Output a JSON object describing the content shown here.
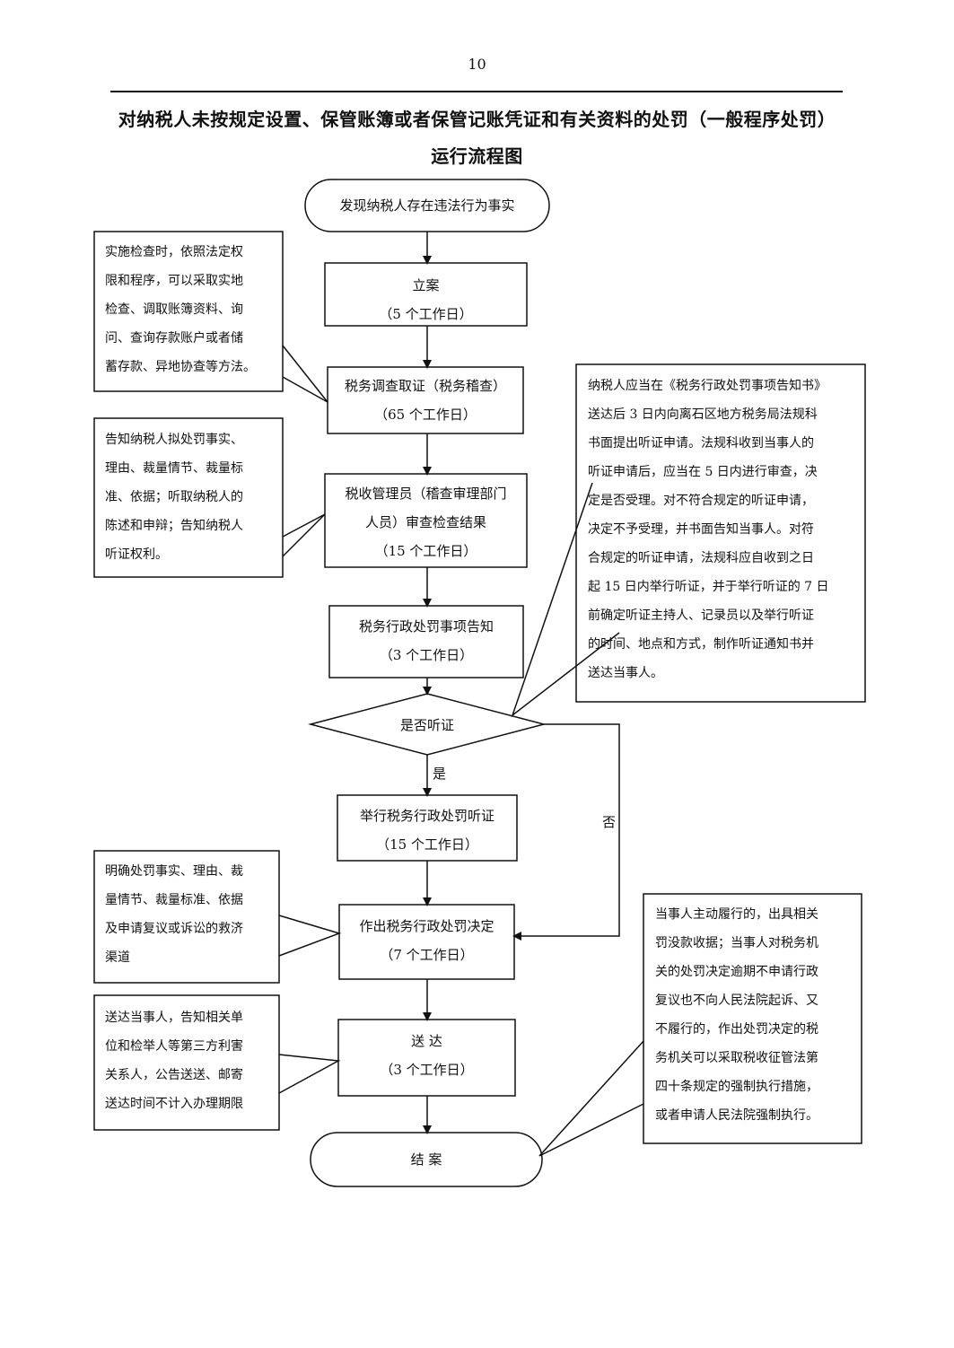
{
  "page_number": "10",
  "title": {
    "line1": "对纳税人未按规定设置、保管账簿或者保管记账凭证和有关资料的处罚（一般程序处罚）",
    "line2": "运行流程图"
  },
  "steps": {
    "start": "发现纳税人存在违法行为事实",
    "register": {
      "label": "立案",
      "duration": "（5 个工作日）"
    },
    "investigate": {
      "label": "税务调查取证（税务稽查）",
      "duration": "（65 个工作日）"
    },
    "review": {
      "line1": "税收管理员（稽查审理部门",
      "line2": "人员）审查检查结果",
      "duration": "（15 个工作日）"
    },
    "notify": {
      "label": "税务行政处罚事项告知",
      "duration": "（3 个工作日）"
    },
    "decision_q": "是否听证",
    "hearing": {
      "label": "举行税务行政处罚听证",
      "duration": "（15 个工作日）"
    },
    "decide": {
      "label": "作出税务行政处罚决定",
      "duration": "（7 个工作日）"
    },
    "deliver": {
      "label": "送 达",
      "duration": "（3 个工作日）"
    },
    "end": "结 案"
  },
  "edges": {
    "yes": "是",
    "no": "否"
  },
  "notes": {
    "investigate": [
      "实施检查时，依照法定权",
      "限和程序，可以采取实地",
      "检查、调取账簿资料、询",
      "问、查询存款账户或者储",
      "蓄存款、异地协查等方法。"
    ],
    "review": [
      "告知纳税人拟处罚事实、",
      "理由、裁量情节、裁量标",
      "准、依据；听取纳税人的",
      "陈述和申辩；告知纳税人",
      "听证权利。"
    ],
    "hearing": [
      "纳税人应当在《税务行政处罚事项告知书》",
      "送达后 3 日内向离石区地方税务局法规科",
      "书面提出听证申请。法规科收到当事人的",
      "听证申请后，应当在 5 日内进行审查，决",
      "定是否受理。对不符合规定的听证申请，",
      "决定不予受理，并书面告知当事人。对符",
      "合规定的听证申请，法规科应自收到之日",
      "起 15 日内举行听证，并于举行听证的 7 日",
      "前确定听证主持人、记录员以及举行听证",
      "的时间、地点和方式，制作听证通知书并",
      "送达当事人。"
    ],
    "decide": [
      "明确处罚事实、理由、裁",
      "量情节、裁量标准、依据",
      "及申请复议或诉讼的救济",
      "渠道"
    ],
    "deliver": [
      "送达当事人，告知相关单",
      "位和检举人等第三方利害",
      "关系人，公告送送、邮寄",
      "送达时间不计入办理期限"
    ],
    "end": [
      "当事人主动履行的，出具相关",
      "罚没款收据；当事人对税务机",
      "关的处罚决定逾期不申请行政",
      "复议也不向人民法院起诉、又",
      "不履行的，作出处罚决定的税",
      "务机关可以采取税收征管法第",
      "四十条规定的强制执行措施，",
      "或者申请人民法院强制执行。"
    ]
  }
}
